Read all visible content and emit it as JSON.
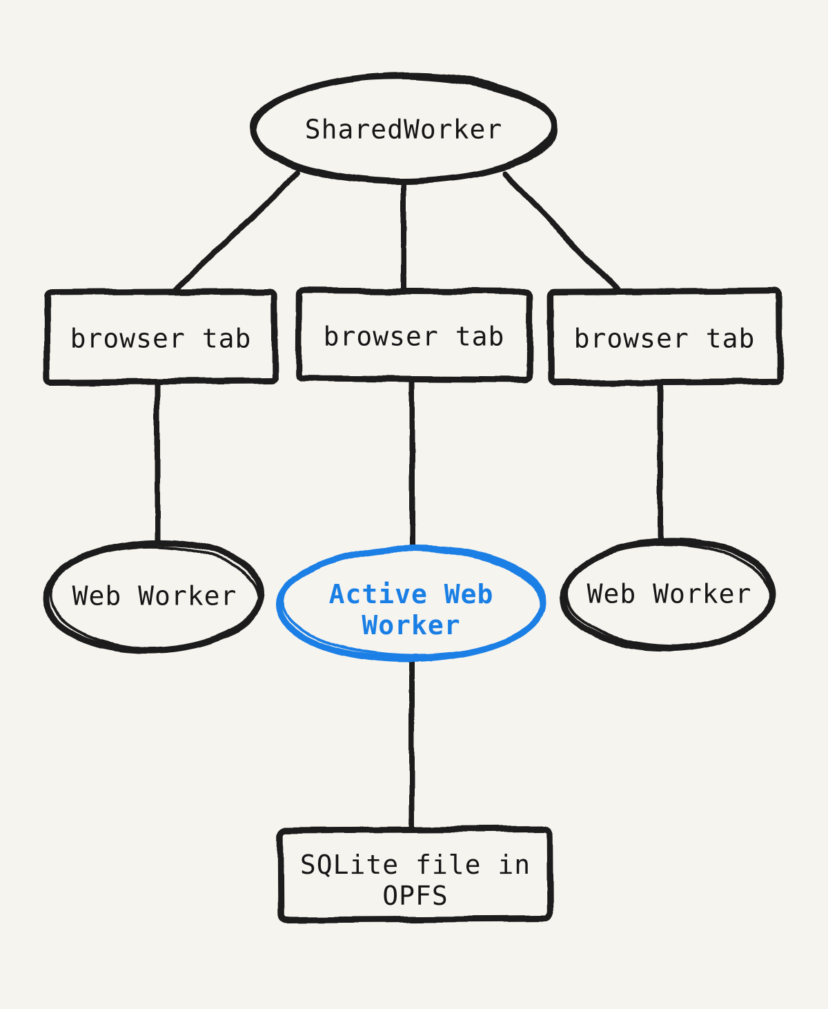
{
  "diagram": {
    "background_color": "#f6f4ef",
    "stroke_color": "#1a1a1a",
    "accent_color": "#1a7fe5",
    "nodes": [
      {
        "id": "sharedworker",
        "shape": "ellipse",
        "label": "SharedWorker"
      },
      {
        "id": "browser-tab-1",
        "shape": "rect",
        "label": "browser tab"
      },
      {
        "id": "browser-tab-2",
        "shape": "rect",
        "label": "browser tab"
      },
      {
        "id": "browser-tab-3",
        "shape": "rect",
        "label": "browser tab"
      },
      {
        "id": "web-worker-1",
        "shape": "ellipse",
        "label": "Web Worker"
      },
      {
        "id": "active-web-worker",
        "shape": "ellipse",
        "label": "Active Web Worker",
        "accent": true
      },
      {
        "id": "web-worker-2",
        "shape": "ellipse",
        "label": "Web Worker"
      },
      {
        "id": "sqlite-file",
        "shape": "rect",
        "label": "SQLite file in OPFS"
      }
    ],
    "edges": [
      {
        "from": "sharedworker",
        "to": "browser-tab-1"
      },
      {
        "from": "sharedworker",
        "to": "browser-tab-2"
      },
      {
        "from": "sharedworker",
        "to": "browser-tab-3"
      },
      {
        "from": "browser-tab-1",
        "to": "web-worker-1"
      },
      {
        "from": "browser-tab-2",
        "to": "active-web-worker"
      },
      {
        "from": "browser-tab-3",
        "to": "web-worker-2"
      },
      {
        "from": "active-web-worker",
        "to": "sqlite-file"
      }
    ]
  }
}
